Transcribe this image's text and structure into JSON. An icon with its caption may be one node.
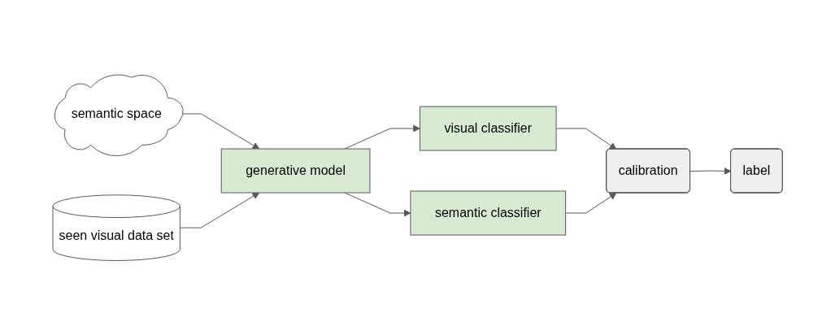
{
  "diagram": {
    "nodes": [
      {
        "text": [
          "semantic space"
        ]
      },
      {
        "text": [
          "generative model"
        ]
      },
      {
        "text": [
          "visual classifier"
        ]
      },
      {
        "text": [
          "semantic classifier"
        ]
      },
      {
        "text": [
          "calibration"
        ]
      },
      {
        "text": [
          "label"
        ]
      },
      {
        "text": [
          "seen visual data set"
        ]
      }
    ],
    "edges": [
      {
        "from": 0,
        "to": 1,
        "arrow": "to"
      },
      {
        "from": 6,
        "to": 1,
        "arrow": "to"
      },
      {
        "from": 1,
        "to": 2,
        "arrow": "to"
      },
      {
        "from": 1,
        "to": 3,
        "arrow": "to"
      },
      {
        "from": 2,
        "to": 4,
        "arrow": "to"
      },
      {
        "from": 3,
        "to": 4,
        "arrow": "to"
      },
      {
        "from": 4,
        "to": 5,
        "arrow": "to"
      }
    ]
  }
}
